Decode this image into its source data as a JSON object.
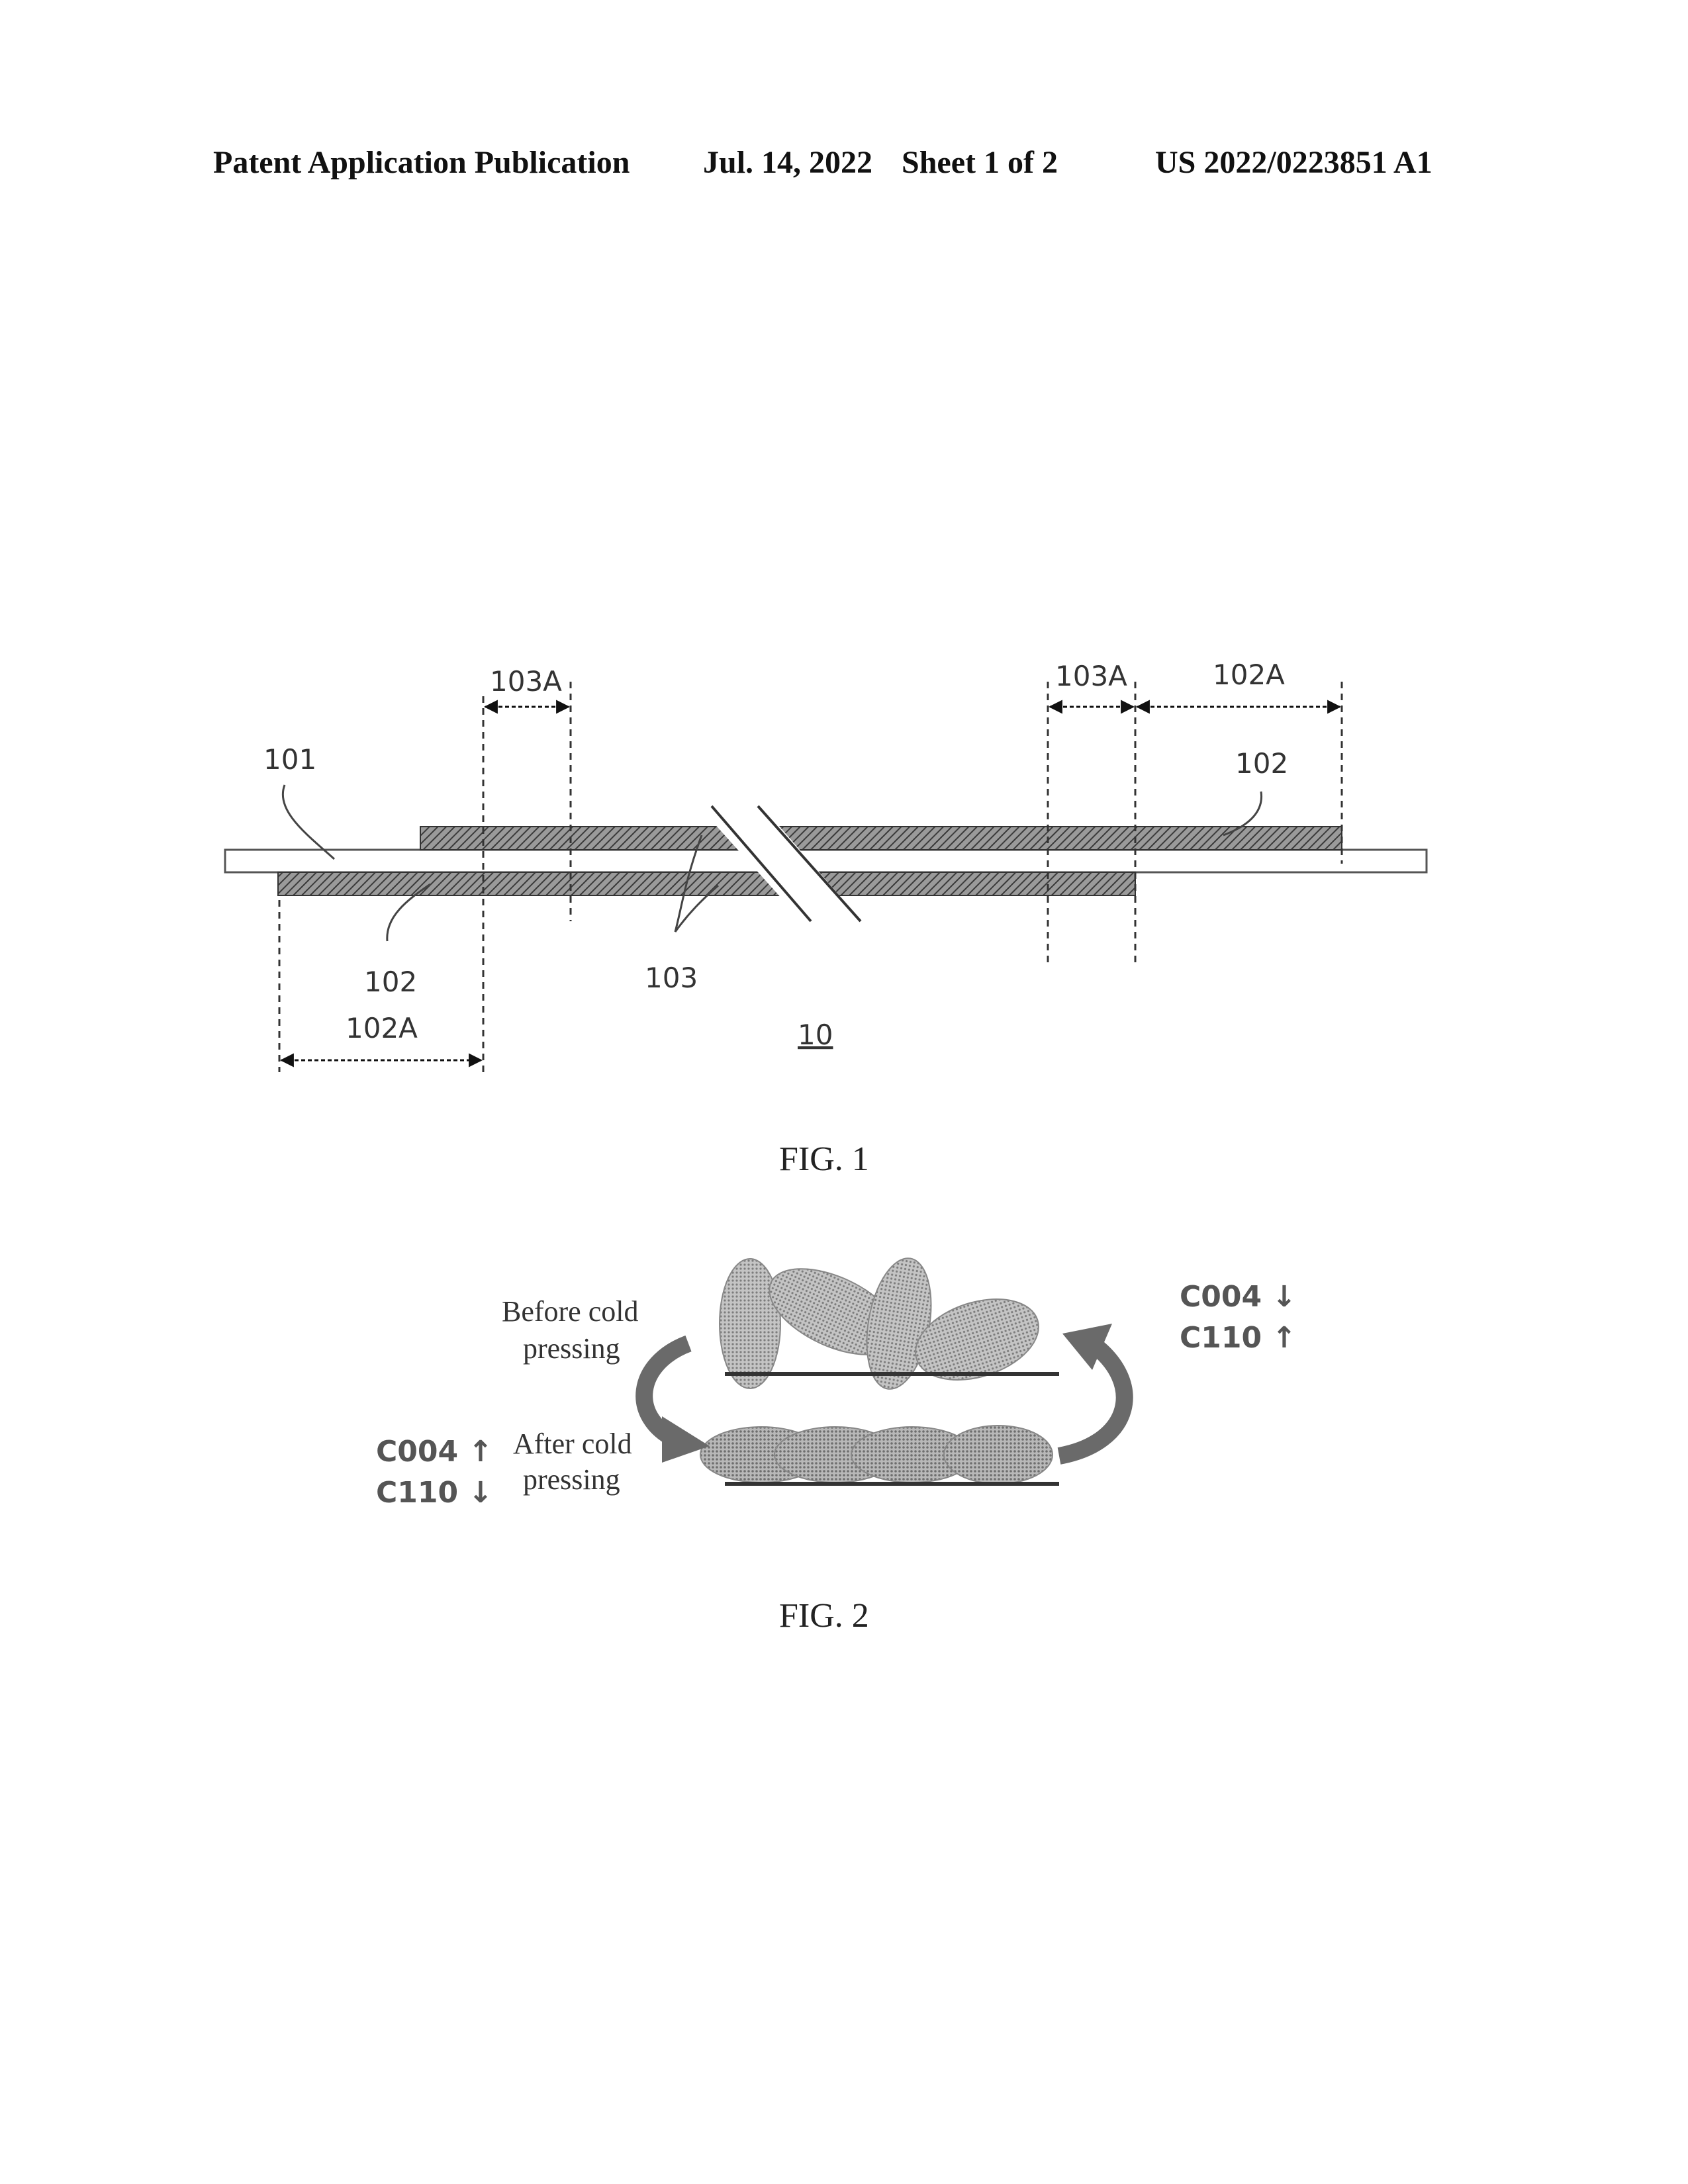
{
  "header": {
    "publication": "Patent Application Publication",
    "date": "Jul. 14, 2022",
    "sheet": "Sheet 1 of 2",
    "number": "US 2022/0223851 A1"
  },
  "fig1": {
    "caption": "FIG. 1",
    "labels": {
      "substrate": "101",
      "layer_top": "102",
      "layer_bottom": "102",
      "region_103": "103",
      "overall": "10",
      "dim_103A_left": "103A",
      "dim_103A_right": "103A",
      "dim_102A_right": "102A",
      "dim_102A_left": "102A"
    }
  },
  "fig2": {
    "caption": "FIG. 2",
    "before_line1": "Before cold",
    "before_line2": "pressing",
    "after_line1": "After cold",
    "after_line2": "pressing",
    "right_line1": "C004 ↓",
    "right_line2": "C110 ↑",
    "left_line1": "C004 ↑",
    "left_line2": "C110 ↓"
  }
}
